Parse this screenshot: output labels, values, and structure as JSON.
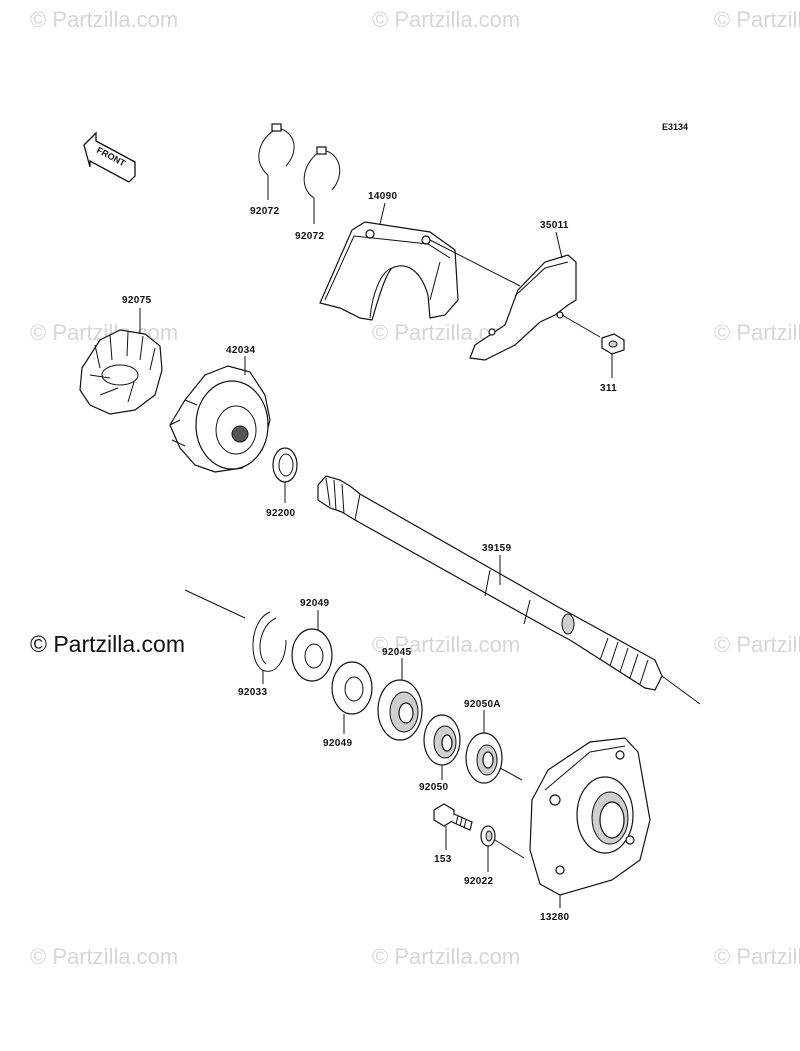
{
  "watermark": {
    "text": "© Partzilla.com",
    "main_text": "© Partzilla.com"
  },
  "diagram": {
    "code": "E3134",
    "front_label": "FRONT"
  },
  "parts": [
    {
      "id": "p92072a",
      "label": "92072"
    },
    {
      "id": "p92072b",
      "label": "92072"
    },
    {
      "id": "p14090",
      "label": "14090"
    },
    {
      "id": "p35011",
      "label": "35011"
    },
    {
      "id": "p311",
      "label": "311"
    },
    {
      "id": "p92075",
      "label": "92075"
    },
    {
      "id": "p42034",
      "label": "42034"
    },
    {
      "id": "p92200",
      "label": "92200"
    },
    {
      "id": "p39159",
      "label": "39159"
    },
    {
      "id": "p92049a",
      "label": "92049"
    },
    {
      "id": "p92033",
      "label": "92033"
    },
    {
      "id": "p92049b",
      "label": "92049"
    },
    {
      "id": "p92045",
      "label": "92045"
    },
    {
      "id": "p92050A",
      "label": "92050A"
    },
    {
      "id": "p92050",
      "label": "92050"
    },
    {
      "id": "p153",
      "label": "153"
    },
    {
      "id": "p92022",
      "label": "92022"
    },
    {
      "id": "p13280",
      "label": "13280"
    }
  ]
}
